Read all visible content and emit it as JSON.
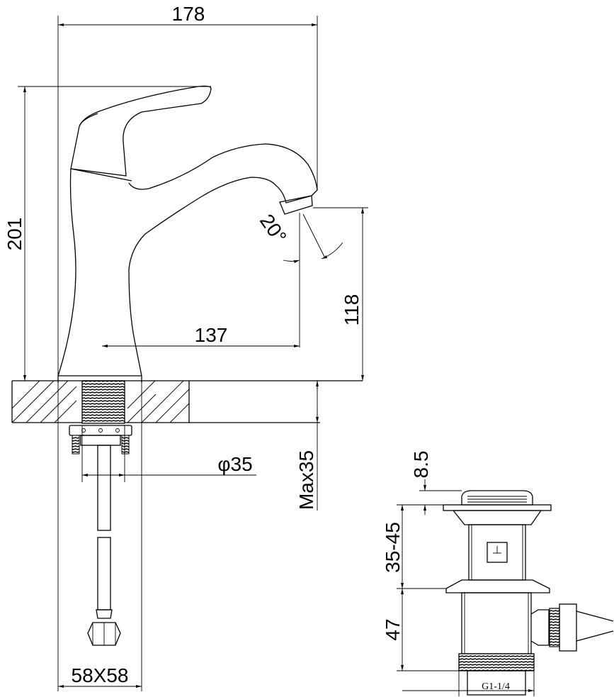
{
  "dimensions": {
    "overall_width": "178",
    "overall_height": "201",
    "spout_angle": "20°",
    "spout_reach": "137",
    "spout_height": "118",
    "thread_diameter": "φ35",
    "max_deck_thickness": "Max35",
    "base_size": "58X58",
    "drain_flange": "8.5",
    "drain_adjust": "35-45",
    "drain_body": "47",
    "drain_thread": "G1-1/4"
  }
}
